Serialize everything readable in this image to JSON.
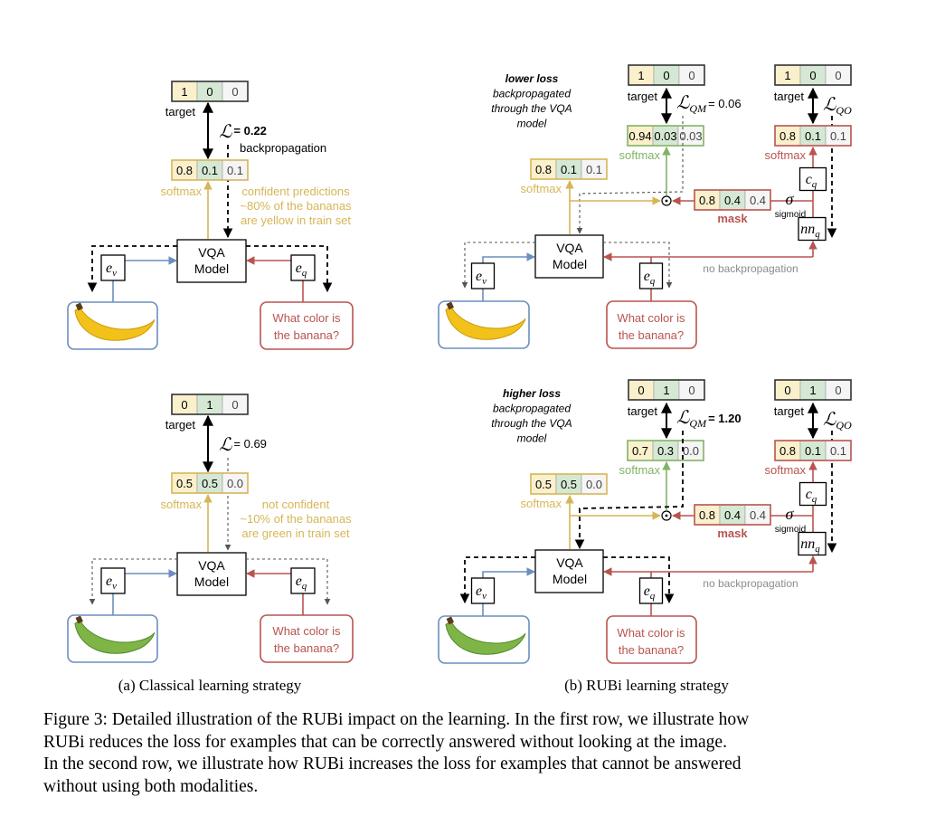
{
  "colors": {
    "yellow_cell": "#fbf0cc",
    "green_cell": "#d5e8d4",
    "gray_cell": "#f5f5f5",
    "gold": "#d6b656",
    "green": "#82b366",
    "red": "#b85450",
    "blue": "#6c8ebf",
    "gray_text": "#8c8c8c"
  },
  "common": {
    "target_label": "target",
    "softmax_label": "softmax",
    "model_line1": "VQA",
    "model_line2": "Model",
    "loss_symbol": "ℒ",
    "ev": {
      "main": "e",
      "sub": "v"
    },
    "eq": {
      "main": "e",
      "sub": "q"
    },
    "cq": {
      "main": "c",
      "sub": "q"
    },
    "nnq": {
      "main": "nn",
      "sub": "q"
    },
    "question_line1": "What color is",
    "question_line2": "the banana?",
    "mask_label": "mask",
    "sigma": "σ",
    "sigmoid_label": "sigmoid",
    "odot": "⊙",
    "no_backprop_label": "no backpropagation",
    "qm_sub": "QM",
    "qo_sub": "QO"
  },
  "panel_a": [
    {
      "banana": "yellow",
      "target": [
        "1",
        "0",
        "0"
      ],
      "loss_value": "= 0.22",
      "loss_bold": true,
      "backprop_label": "backpropagation",
      "softmax": [
        "0.8",
        "0.1",
        "0.1"
      ],
      "annotation": [
        "confident predictions",
        "~80% of the bananas",
        "are yellow in train set"
      ]
    },
    {
      "banana": "green",
      "target": [
        "0",
        "1",
        "0"
      ],
      "loss_value": "= 0.69",
      "loss_bold": false,
      "backprop_label": "",
      "softmax": [
        "0.5",
        "0.5",
        "0.0"
      ],
      "annotation": [
        "not confident",
        "~10% of the bananas",
        "are green in train set"
      ]
    }
  ],
  "panel_b": [
    {
      "banana": "yellow",
      "note": [
        "lower loss",
        "backpropagated",
        "through the VQA",
        "model"
      ],
      "target_qm": [
        "1",
        "0",
        "0"
      ],
      "loss_qm_value": "= 0.06",
      "loss_bold": false,
      "softmax_qm": [
        "0.94",
        "0.03",
        "0.03"
      ],
      "target_qo": [
        "1",
        "0",
        "0"
      ],
      "softmax_qo": [
        "0.8",
        "0.1",
        "0.1"
      ],
      "softmax_model": [
        "0.8",
        "0.1",
        "0.1"
      ],
      "mask": [
        "0.8",
        "0.4",
        "0.4"
      ]
    },
    {
      "banana": "green",
      "note": [
        "higher loss",
        "backpropagated",
        "through the VQA",
        "model"
      ],
      "target_qm": [
        "0",
        "1",
        "0"
      ],
      "loss_qm_value": "= 1.20",
      "loss_bold": true,
      "softmax_qm": [
        "0.7",
        "0.3",
        "0.0"
      ],
      "target_qo": [
        "0",
        "1",
        "0"
      ],
      "softmax_qo": [
        "0.8",
        "0.1",
        "0.1"
      ],
      "softmax_model": [
        "0.5",
        "0.5",
        "0.0"
      ],
      "mask": [
        "0.8",
        "0.4",
        "0.4"
      ]
    }
  ],
  "subcaptions": {
    "a": "(a) Classical learning strategy",
    "b": "(b) RUBi learning strategy"
  },
  "caption": [
    "Figure 3: Detailed illustration of the RUBi impact on the learning. In the first row, we illustrate how",
    "RUBi reduces the loss for examples that can be correctly answered without looking at the image.",
    "In the second row, we illustrate how RUBi increases the loss for examples that cannot be answered",
    "without using both modalities."
  ]
}
